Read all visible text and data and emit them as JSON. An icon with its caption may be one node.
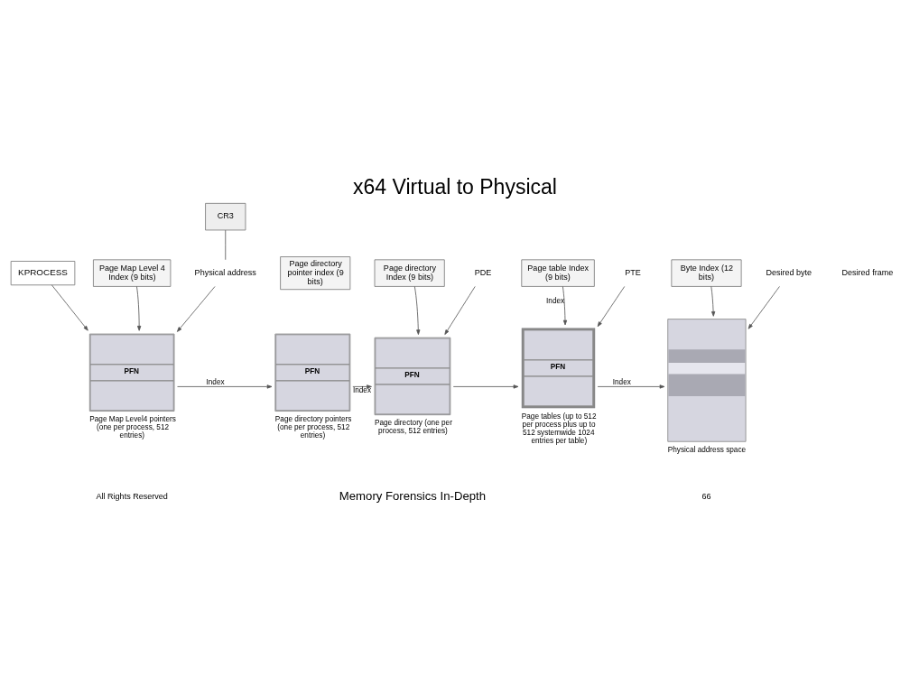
{
  "diagram": {
    "title": "x64 Virtual to Physical",
    "nodes": [
      {
        "text": [
          "KPROCESS"
        ]
      },
      {
        "text": [
          "Page Map Level 4 Index (9 bits)"
        ]
      },
      {
        "text": [
          "Page directory pointer index (9 bits)"
        ]
      },
      {
        "text": [
          "Page directory Index (9 bits)"
        ]
      },
      {
        "text": [
          "Page table Index (9 bits)"
        ]
      },
      {
        "text": [
          "Byte Index (12 bits)"
        ]
      },
      {
        "text": [
          "CR3"
        ]
      },
      {
        "text": [
          "Physical address"
        ]
      },
      {
        "text": [
          "PFN"
        ],
        "beside": [
          "Page Map Level4 pointers (one per process, 512 entries)"
        ]
      },
      {
        "text": [
          "PFN"
        ],
        "beside": [
          "Page directory pointers (one per process, 512 entries)"
        ]
      },
      {
        "text": [
          "PFN"
        ],
        "beside": [
          "Page directory (one per process, 512 entries)"
        ]
      },
      {
        "text": [
          "PFN"
        ],
        "beside": [
          "Page tables (up to 512 per process plus up to 512 systemwide 1024 entries per table)"
        ]
      },
      {
        "text": [],
        "shape": "box",
        "beside": [
          "Physical address space"
        ]
      },
      {
        "text": [
          "PDE"
        ]
      },
      {
        "text": [
          "PTE"
        ]
      },
      {
        "text": [
          "Desired byte"
        ]
      }
    ],
    "edges": [
      {
        "from": 0,
        "to": 8,
        "arrow": "to"
      },
      {
        "from": 6,
        "to": 7,
        "arrow": "none"
      },
      {
        "from": 7,
        "to": 8,
        "arrow": "to"
      },
      {
        "from": 1,
        "to": 8,
        "arrow": "to"
      },
      {
        "from": 4,
        "to": 11,
        "arrow": "to",
        "label": "Index"
      },
      {
        "from": 8,
        "to": 9,
        "arrow": "to",
        "label": "Index"
      },
      {
        "from": 9,
        "to": 10,
        "arrow": "to",
        "label": "Index"
      },
      {
        "from": 3,
        "to": 10,
        "arrow": "to"
      },
      {
        "from": 13,
        "to": 10,
        "arrow": "to"
      },
      {
        "from": 10,
        "to": 11,
        "arrow": "to"
      },
      {
        "from": 14,
        "to": 11,
        "arrow": "to"
      },
      {
        "from": 11,
        "to": 12,
        "arrow": "to",
        "label": "Index"
      },
      {
        "from": 5,
        "to": 12,
        "arrow": "to"
      },
      {
        "from": 15,
        "to": 12,
        "arrow": "to"
      }
    ],
    "labels": [
      "Desired frame",
      "All Rights Reserved",
      "Memory Forensics In-Depth",
      "66"
    ]
  }
}
